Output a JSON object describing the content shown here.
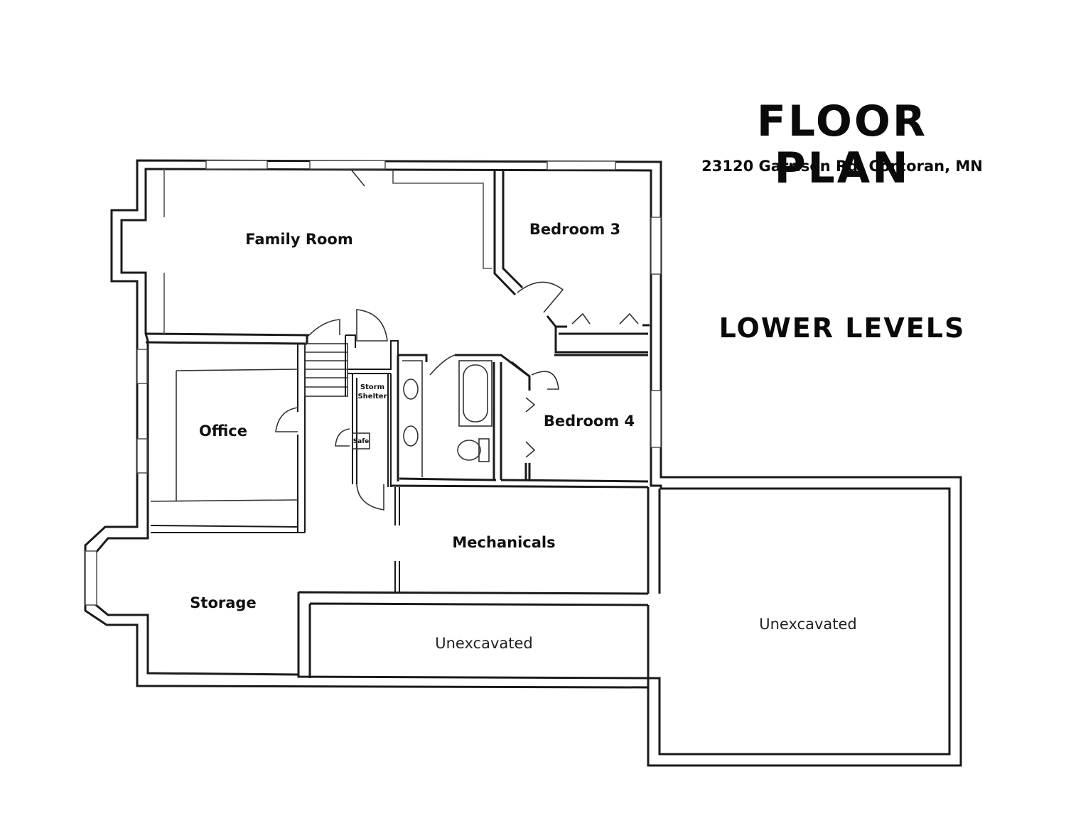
{
  "header": {
    "title": "FLOOR PLAN",
    "address": "23120 Garrison Rd, Corcoran, MN",
    "level": "LOWER LEVELS"
  },
  "rooms": {
    "family_room": "Family Room",
    "bedroom_3": "Bedroom 3",
    "bedroom_4": "Bedroom 4",
    "office": "Office",
    "storm_shelter_line1": "Storm",
    "storm_shelter_line2": "Shelter",
    "safe": "Safe",
    "mechanicals": "Mechanicals",
    "storage": "Storage",
    "unexcavated_bottom": "Unexcavated",
    "unexcavated_right": "Unexcavated"
  }
}
